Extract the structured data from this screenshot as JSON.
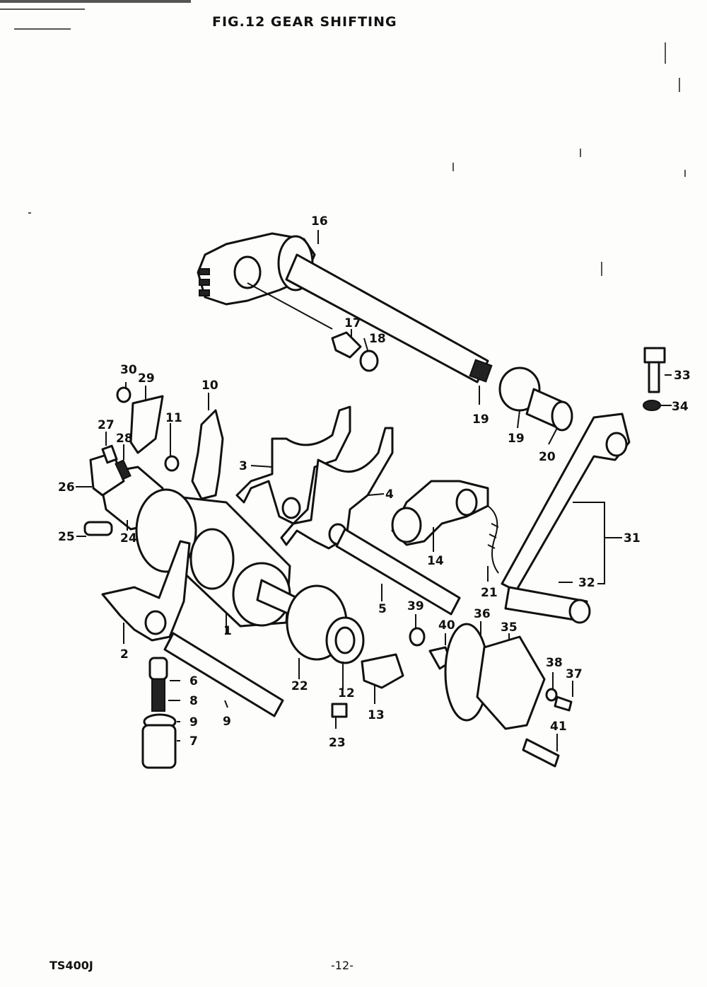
{
  "header": {
    "title": "FIG.12  GEAR SHIFTING"
  },
  "footer": {
    "model": "TS400J",
    "page_number": "-12-"
  },
  "callouts": [
    {
      "id": "c1",
      "label": "1"
    },
    {
      "id": "c2",
      "label": "2"
    },
    {
      "id": "c3",
      "label": "3"
    },
    {
      "id": "c4",
      "label": "4"
    },
    {
      "id": "c5",
      "label": "5"
    },
    {
      "id": "c6",
      "label": "6"
    },
    {
      "id": "c7",
      "label": "7"
    },
    {
      "id": "c8",
      "label": "8"
    },
    {
      "id": "c9a",
      "label": "9"
    },
    {
      "id": "c9b",
      "label": "9"
    },
    {
      "id": "c10",
      "label": "10"
    },
    {
      "id": "c11",
      "label": "11"
    },
    {
      "id": "c12",
      "label": "12"
    },
    {
      "id": "c13",
      "label": "13"
    },
    {
      "id": "c14",
      "label": "14"
    },
    {
      "id": "c16",
      "label": "16"
    },
    {
      "id": "c17",
      "label": "17"
    },
    {
      "id": "c18",
      "label": "18"
    },
    {
      "id": "c19a",
      "label": "19"
    },
    {
      "id": "c19b",
      "label": "19"
    },
    {
      "id": "c20",
      "label": "20"
    },
    {
      "id": "c21",
      "label": "21"
    },
    {
      "id": "c22",
      "label": "22"
    },
    {
      "id": "c23",
      "label": "23"
    },
    {
      "id": "c24",
      "label": "24"
    },
    {
      "id": "c25",
      "label": "25"
    },
    {
      "id": "c26",
      "label": "26"
    },
    {
      "id": "c27",
      "label": "27"
    },
    {
      "id": "c28",
      "label": "28"
    },
    {
      "id": "c29",
      "label": "29"
    },
    {
      "id": "c30",
      "label": "30"
    },
    {
      "id": "c31",
      "label": "31"
    },
    {
      "id": "c32",
      "label": "32"
    },
    {
      "id": "c33",
      "label": "33"
    },
    {
      "id": "c34",
      "label": "34"
    },
    {
      "id": "c35",
      "label": "35"
    },
    {
      "id": "c36",
      "label": "36"
    },
    {
      "id": "c37",
      "label": "37"
    },
    {
      "id": "c38",
      "label": "38"
    },
    {
      "id": "c39",
      "label": "39"
    },
    {
      "id": "c40",
      "label": "40"
    },
    {
      "id": "c41",
      "label": "41"
    }
  ]
}
